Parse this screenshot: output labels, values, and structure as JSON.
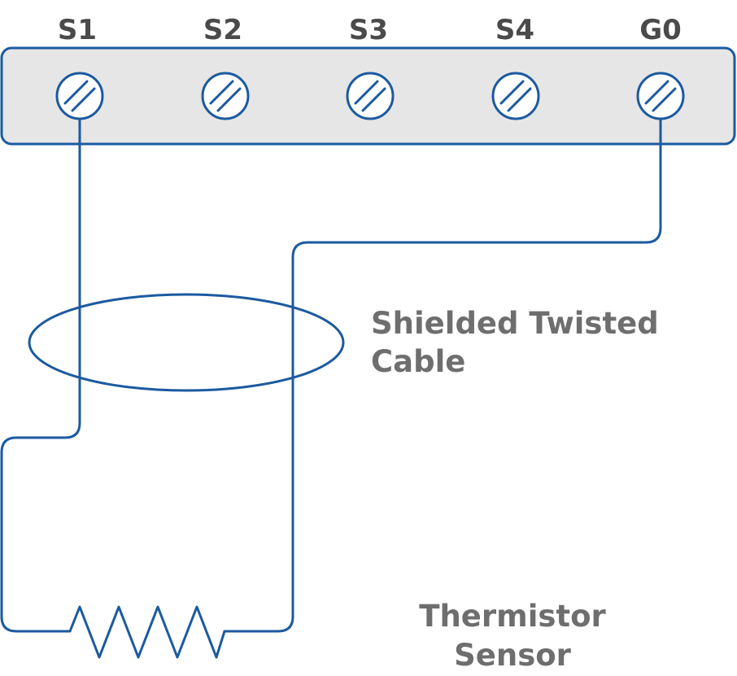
{
  "terminals": [
    {
      "label": "S1"
    },
    {
      "label": "S2"
    },
    {
      "label": "S3"
    },
    {
      "label": "S4"
    },
    {
      "label": "G0"
    }
  ],
  "cable": {
    "label_line1": "Shielded Twisted",
    "label_line2": "Cable"
  },
  "sensor": {
    "label_line1": "Thermistor",
    "label_line2": "Sensor"
  },
  "colors": {
    "wire": "#1b5aa0",
    "terminal_strip_fill": "#e6e6e6",
    "label_text": "#6e6e6e",
    "terminal_text": "#4a4a4a"
  },
  "icons": {
    "screw": "screw-terminal-icon",
    "resistor": "thermistor-resistor-icon"
  }
}
